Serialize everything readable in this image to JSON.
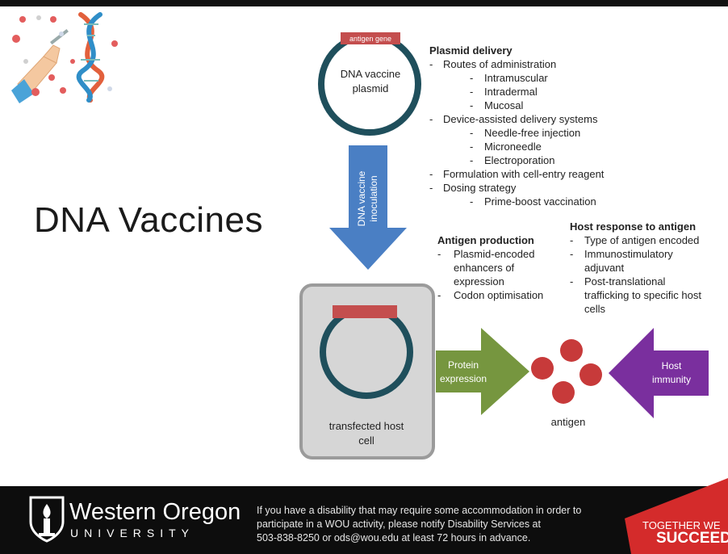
{
  "slide_title": "DNA Vaccines",
  "plasmid": {
    "gene_label": "antigen gene",
    "label_line1": "DNA vaccine",
    "label_line2": "plasmid"
  },
  "inoculation": {
    "line1": "DNA vaccine",
    "line2": "inoculation"
  },
  "plasmid_delivery": {
    "heading": "Plasmid delivery",
    "items": [
      {
        "bullet": "-",
        "text": "Routes of administration",
        "indent": 0
      },
      {
        "bullet": "-",
        "text": "Intramuscular",
        "indent": 1
      },
      {
        "bullet": "-",
        "text": "Intradermal",
        "indent": 1
      },
      {
        "bullet": "-",
        "text": "Mucosal",
        "indent": 1
      },
      {
        "bullet": "-",
        "text": "Device-assisted delivery systems",
        "indent": 0
      },
      {
        "bullet": "-",
        "text": "Needle-free injection",
        "indent": 1
      },
      {
        "bullet": "-",
        "text": "Microneedle",
        "indent": 1
      },
      {
        "bullet": "-",
        "text": "Electroporation",
        "indent": 1
      },
      {
        "bullet": "-",
        "text": "Formulation with cell-entry reagent",
        "indent": 0
      },
      {
        "bullet": "-",
        "text": "Dosing strategy",
        "indent": 0
      },
      {
        "bullet": "-",
        "text": "Prime-boost vaccination",
        "indent": 1
      }
    ]
  },
  "antigen_production": {
    "heading": "Antigen production",
    "items": [
      {
        "bullet": "-",
        "text": "Plasmid-encoded",
        "cont": [
          "enhancers of",
          "expression"
        ]
      },
      {
        "bullet": "-",
        "text": "Codon optimisation",
        "cont": []
      }
    ]
  },
  "host_response": {
    "heading": "Host response to antigen",
    "items": [
      {
        "bullet": "-",
        "text": "Type of antigen encoded",
        "cont": []
      },
      {
        "bullet": "-",
        "text": "Immunostimulatory",
        "cont": [
          "adjuvant"
        ]
      },
      {
        "bullet": "-",
        "text": "Post-translational",
        "cont": [
          "trafficking to specific host",
          "cells"
        ]
      }
    ]
  },
  "host_cell": {
    "line1": "transfected host",
    "line2": "cell"
  },
  "protein_expression": {
    "line1": "Protein",
    "line2": "expression"
  },
  "antigen_label": "antigen",
  "host_immunity": {
    "line1": "Host",
    "line2": "immunity"
  },
  "footer": {
    "university_name": "Western Oregon",
    "university_sub": "UNIVERSITY",
    "notice": [
      "If you have a disability that may require some accommodation in order to",
      "participate in a WOU activity, please notify Disability Services at",
      "503-838-8250 or ods@wou.edu at least 72 hours in advance."
    ],
    "tagline_1": "TOGETHER WE",
    "tagline_2": "SUCCEED"
  },
  "colors": {
    "plasmid_ring": "#1f4f5c",
    "gene_red": "#c44e4e",
    "arrow_blue": "#4a7fc4",
    "arrow_green": "#76963f",
    "arrow_purple": "#7a2f9e",
    "antigen_red": "#c73a3a",
    "cell_gray": "#d6d6d6",
    "footer_black": "#0d0d0d",
    "accent_red": "#d42b2b"
  },
  "icons": [
    "dna-helix-icon",
    "hand-icon",
    "wou-torch-logo-icon"
  ]
}
